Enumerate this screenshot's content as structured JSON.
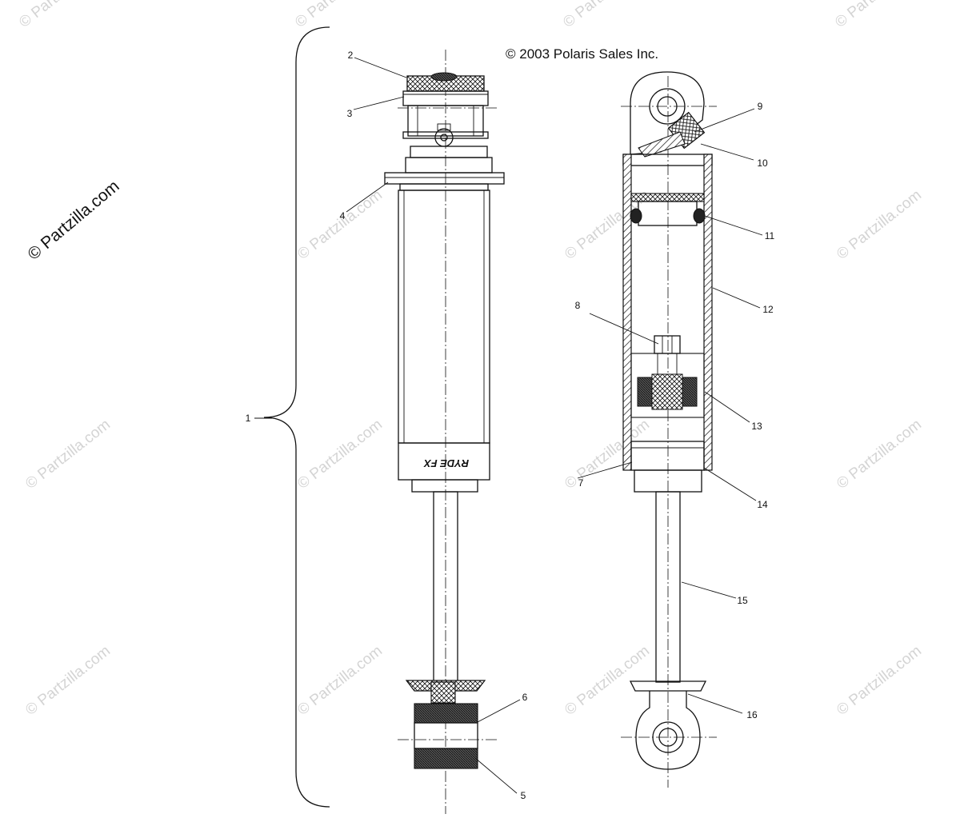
{
  "copyright": "© 2003 Polaris Sales Inc.",
  "side_watermark": "© Partzilla.com",
  "watermark": "© Partzilla.com",
  "brand_mark": "RYDE FX",
  "callouts": [
    "1",
    "2",
    "3",
    "4",
    "5",
    "6",
    "7",
    "8",
    "9",
    "10",
    "11",
    "12",
    "13",
    "14",
    "15",
    "16"
  ]
}
